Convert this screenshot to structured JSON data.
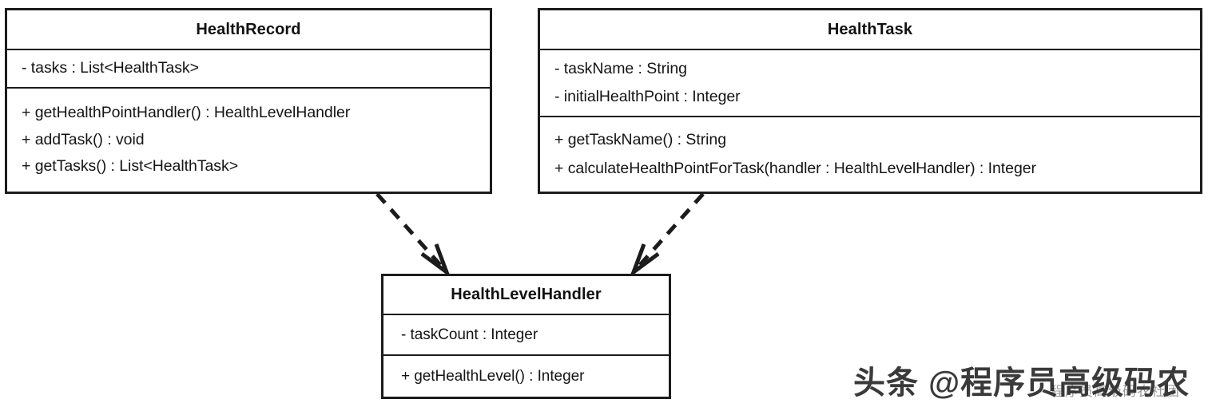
{
  "diagram": {
    "type": "uml-class-diagram",
    "background": "#ffffff",
    "line_color": "#1c1c1c",
    "text_color": "#141414",
    "classes": [
      {
        "id": "health-record",
        "name": "HealthRecord",
        "attributes": [
          "- tasks : List<HealthTask>"
        ],
        "methods": [
          "+ getHealthPointHandler() : HealthLevelHandler",
          "+ addTask() : void",
          "+ getTasks() : List<HealthTask>"
        ]
      },
      {
        "id": "health-task",
        "name": "HealthTask",
        "attributes": [
          "- taskName : String",
          "- initialHealthPoint : Integer"
        ],
        "methods": [
          "+ getTaskName() : String",
          "+ calculateHealthPointForTask(handler : HealthLevelHandler) : Integer"
        ]
      },
      {
        "id": "health-level-handler",
        "name": "HealthLevelHandler",
        "attributes": [
          "- taskCount : Integer"
        ],
        "methods": [
          "+ getHealthLevel() : Integer"
        ]
      }
    ],
    "relationships": [
      {
        "id": "dep-record-to-handler",
        "kind": "dependency",
        "style": "dashed",
        "arrowhead": "open",
        "from": "HealthRecord",
        "to": "HealthLevelHandler"
      },
      {
        "id": "dep-task-to-handler",
        "kind": "dependency",
        "style": "dashed",
        "arrowhead": "open",
        "from": "HealthTask",
        "to": "HealthLevelHandler"
      }
    ]
  },
  "watermark": {
    "text": "头条 @程序员高级码农",
    "sub_text": "程序员高级码农社团"
  }
}
